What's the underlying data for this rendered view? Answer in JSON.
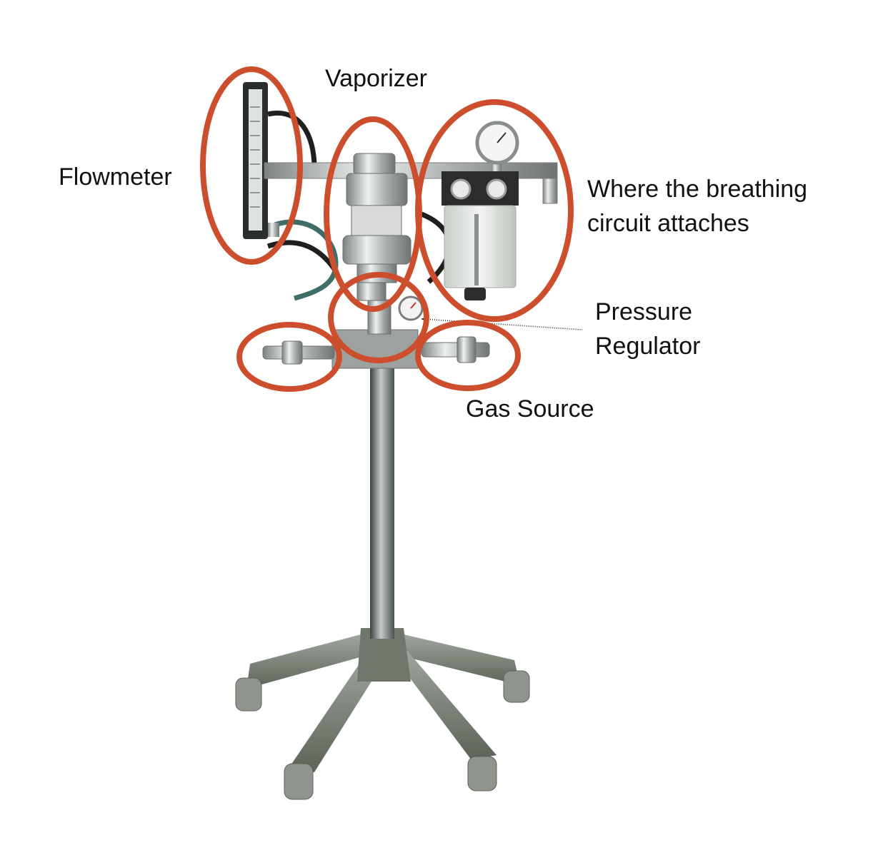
{
  "labels": {
    "vaporizer": "Vaporizer",
    "flowmeter": "Flowmeter",
    "circuit_line1": "Where the breathing",
    "circuit_line2": "circuit attaches",
    "pressure_line1": "Pressure",
    "pressure_line2": "Regulator",
    "gas_source": "Gas Source"
  },
  "colors": {
    "highlight": "#cd4e2c",
    "metal": "#b9bcbc",
    "base": "#7c8478",
    "hose": "#1f1f1f",
    "hose_green": "#3f6e68",
    "text": "#111111"
  }
}
